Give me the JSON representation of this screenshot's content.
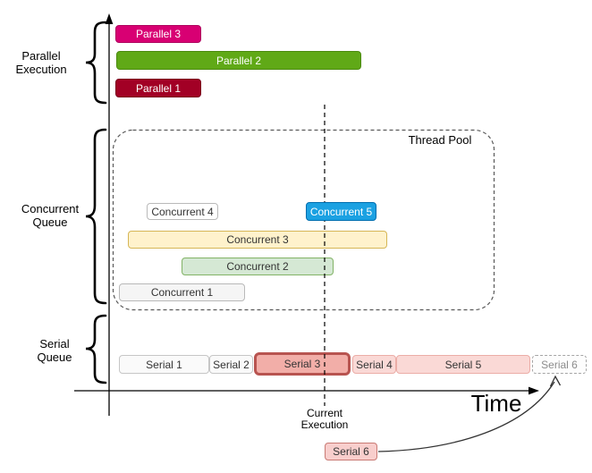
{
  "groups": {
    "parallel": {
      "line1": "Parallel",
      "line2": "Execution"
    },
    "concurrent": {
      "line1": "Concurrent",
      "line2": "Queue"
    },
    "serial": {
      "line1": "Serial",
      "line2": "Queue"
    }
  },
  "thread_pool_label": "Thread Pool",
  "current_execution": {
    "line1": "Current",
    "line2": "Execution"
  },
  "time_label": "Time",
  "bars": {
    "parallel": [
      {
        "label": "Parallel 1",
        "fill": "#A20025",
        "border": "#7A001C",
        "text_color": "#FFFFFF"
      },
      {
        "label": "Parallel 2",
        "fill": "#60A917",
        "border": "#4B8A0F",
        "text_color": "#FFFFFF"
      },
      {
        "label": "Parallel 3",
        "fill": "#D80073",
        "border": "#AE005D",
        "text_color": "#FFFFFF"
      }
    ],
    "concurrent": [
      {
        "label": "Concurrent 1",
        "fill": "#F5F5F5",
        "border": "#B9B9B9",
        "text_color": "#333333"
      },
      {
        "label": "Concurrent 2",
        "fill": "#D5E8D4",
        "border": "#82B366",
        "text_color": "#333333"
      },
      {
        "label": "Concurrent 3",
        "fill": "#FFF2CC",
        "border": "#D6B656",
        "text_color": "#333333"
      },
      {
        "label": "Concurrent 4",
        "fill": "#FFFFFF",
        "border": "#B9B9B9",
        "text_color": "#333333"
      },
      {
        "label": "Concurrent 5",
        "fill": "#1BA1E2",
        "border": "#006EAF",
        "text_color": "#FFFFFF"
      }
    ],
    "serial": [
      {
        "label": "Serial 1",
        "fill": "#FAFAFA",
        "border": "#C6C6C6",
        "text_color": "#333333"
      },
      {
        "label": "Serial 2",
        "fill": "#FAFAFA",
        "border": "#C6C6C6",
        "text_color": "#333333"
      },
      {
        "label": "Serial 3",
        "fill": "#F2AEA8",
        "border": "#B85450",
        "text_color": "#333333"
      },
      {
        "label": "Serial 4",
        "fill": "#FAD9D6",
        "border": "#EBADA7",
        "text_color": "#333333"
      },
      {
        "label": "Serial 5",
        "fill": "#FAD9D6",
        "border": "#EBADA7",
        "text_color": "#333333"
      },
      {
        "label": "Serial 6",
        "fill": "#FDFDFD",
        "border": "#A5A5A5",
        "text_color": "#8C8C8C"
      }
    ],
    "pending_serial": {
      "label": "Serial 6",
      "fill": "#F8CECC",
      "border": "#C97A74",
      "text_color": "#333333"
    }
  }
}
